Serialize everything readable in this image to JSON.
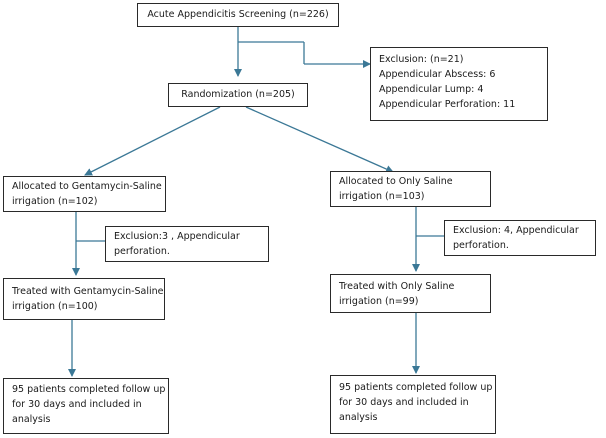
{
  "flowchart": {
    "screening": [
      "Acute Appendicitis Screening (n=226)"
    ],
    "exclusion_initial": [
      "Exclusion: (n=21)",
      "Appendicular Abscess: 6",
      "Appendicular Lump: 4",
      "Appendicular Perforation: 11"
    ],
    "randomization": [
      "Randomization (n=205)"
    ],
    "allocated_gentamycin": [
      "Allocated to Gentamycin-Saline",
      "irrigation (n=102)"
    ],
    "allocated_saline": [
      "Allocated to Only Saline",
      "irrigation (n=103)"
    ],
    "exclusion_gentamycin": [
      "Exclusion:3 , Appendicular",
      "perforation."
    ],
    "exclusion_saline": [
      "Exclusion: 4, Appendicular",
      "perforation."
    ],
    "treated_gentamycin": [
      "Treated with Gentamycin-Saline",
      "irrigation (n=100)"
    ],
    "treated_saline": [
      "Treated with Only Saline",
      "irrigation (n=99)"
    ],
    "followup_gentamycin": [
      "95 patients completed follow up",
      "for 30 days and included in",
      "analysis"
    ],
    "followup_saline": [
      "95 patients completed follow up",
      "for 30 days and included in",
      "analysis"
    ]
  },
  "colors": {
    "arrow": "#3b7896",
    "border": "#2a2a2a",
    "text": "#1a1a1a"
  }
}
